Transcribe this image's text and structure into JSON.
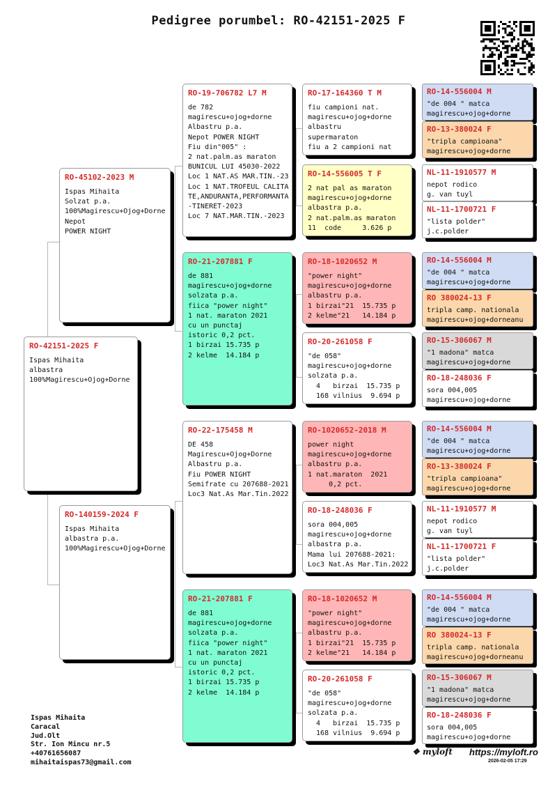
{
  "title": "Pedigree porumbel: RO-42151-2025 F",
  "colors": {
    "id_red": "#d42a2a",
    "blue": "#cfdcf4",
    "orange": "#fbd7ab",
    "green": "#7ffcd2",
    "red": "#ffb6b6",
    "yellow": "#ffffc6",
    "gray": "#d9d9d9"
  },
  "subject": {
    "id": "RO-42151-2025 F",
    "lines": [
      "Ispas Mihaita",
      "albastra",
      "100%Magirescu+Ojog+Dorne"
    ]
  },
  "sire": {
    "id": "RO-45102-2023 M",
    "lines": [
      "Ispas Mihaita",
      "Solzat p.a.",
      "100%Magirescu+Ojog+Dorne",
      "Nepot",
      "POWER NIGHT"
    ]
  },
  "dam": {
    "id": "RO-140159-2024 F",
    "lines": [
      "Ispas Mihaita",
      "albastra p.a.",
      "100%Magirescu+Ojog+Dorne"
    ]
  },
  "gen2": [
    {
      "id": "RO-19-706782 L7 M",
      "lines": [
        "de 782",
        "magirescu+ojog+dorne",
        "Albastru p.a.",
        "Nepot POWER NIGHT",
        "Fiu din\"005\" :",
        "2 nat.palm.as maraton",
        "BUNICUL LUI 45030-2022",
        "Loc 1 NAT.AS MAR.TIN.-23",
        "Loc 1 NAT.TROFEUL CALITA",
        "TE,ANDURANTA,PERFORMANTA",
        "-TINERET-2023",
        "Loc 7 NAT.MAR.TIN.-2023"
      ]
    },
    {
      "id": "RO-21-207881 F",
      "lines": [
        "de 881",
        "magirescu+ojog+dorne",
        "solzata p.a.",
        "fiica \"power night\"",
        "1 nat. maraton 2021",
        "cu un punctaj",
        "istoric 0,2 pct.",
        "1 birzai 15.735 p",
        "2 kelme  14.184 p"
      ]
    },
    {
      "id": "RO-22-175458 M",
      "lines": [
        "DE 458",
        "Magirescu+Ojog+Dorne",
        "Albastru p.a.",
        "Fiu POWER NIGHT",
        "Semifrate cu 207688-2021",
        "Loc3 Nat.As Mar.Tin.2022"
      ]
    },
    {
      "id": "RO-21-207881 F",
      "lines": [
        "de 881",
        "magirescu+ojog+dorne",
        "solzata p.a.",
        "fiica \"power night\"",
        "1 nat. maraton 2021",
        "cu un punctaj",
        "istoric 0,2 pct.",
        "1 birzai 15.735 p",
        "2 kelme  14.184 p"
      ]
    }
  ],
  "gen3": [
    {
      "id": "RO-17-164360 T M",
      "lines": [
        "fiu campioni nat.",
        "magirescu+ojog+dorne",
        "albastru",
        "supermaraton",
        "fiu a 2 campioni nat"
      ]
    },
    {
      "id": "RO-14-556005 T F",
      "lines": [
        "2 nat pal as maraton",
        "magirescu+ojog+dorne",
        "albastra p.a.",
        "2 nat.palm.as maraton",
        "11  code     3.626 p"
      ]
    },
    {
      "id": "RO-18-1020652 M",
      "lines": [
        "\"power night\"",
        "magirescu+ojog+dorne",
        "albastru p.a.",
        "1 birzai\"21  15.735 p",
        "2 kelme\"21   14.184 p"
      ]
    },
    {
      "id": "RO-20-261058 F",
      "lines": [
        "\"de 058\"",
        "magirescu+ojog+dorne",
        "solzata p.a.",
        "  4   birzai  15.735 p",
        "  168 vilnius  9.694 p"
      ]
    },
    {
      "id": "RO-1020652-2018 M",
      "lines": [
        "power night",
        "magirescu+ojog+dorne",
        "albastru p.a.",
        "1 nat.maraton  2021",
        "     0,2 pct."
      ]
    },
    {
      "id": "RO-18-248036 F",
      "lines": [
        "sora 004,005",
        "magirescu+ojog+dorne",
        "albastra p.a.",
        "Mama lui 207688-2021:",
        "Loc3 Nat.As Mar.Tin.2022"
      ]
    },
    {
      "id": "RO-18-1020652 M",
      "lines": [
        "\"power night\"",
        "magirescu+ojog+dorne",
        "albastru p.a.",
        "1 birzai\"21  15.735 p",
        "2 kelme\"21   14.184 p"
      ]
    },
    {
      "id": "RO-20-261058 F",
      "lines": [
        "\"de 058\"",
        "magirescu+ojog+dorne",
        "solzata p.a.",
        "  4   birzai  15.735 p",
        "  168 vilnius  9.694 p"
      ]
    }
  ],
  "gen4": [
    {
      "id": "RO-14-556004 M",
      "lines": [
        "\"de 004 \" matca",
        "magirescu+ojog+dorne"
      ]
    },
    {
      "id": "RO-13-380024 F",
      "lines": [
        "\"tripla campioana\"",
        "magirescu+ojog+dorne"
      ]
    },
    {
      "id": "NL-11-1910577 M",
      "lines": [
        "nepot rodico",
        "g. van tuyl"
      ]
    },
    {
      "id": "NL-11-1700721 F",
      "lines": [
        "\"lista polder\"",
        "j.c.polder"
      ]
    },
    {
      "id": "RO-14-556004 M",
      "lines": [
        "\"de 004 \" matca",
        "magirescu+ojog+dorne"
      ]
    },
    {
      "id": "RO 380024-13 F",
      "lines": [
        "tripla camp. nationala",
        "magirescu+ojog+dorneanu"
      ]
    },
    {
      "id": "RO-15-306067 M",
      "lines": [
        "\"1 madona\" matca",
        "magirescu+ojog+dorne"
      ]
    },
    {
      "id": "RO-18-248036 F",
      "lines": [
        "sora 004,005",
        "magirescu+ojog+dorne"
      ]
    },
    {
      "id": "RO-14-556004 M",
      "lines": [
        "\"de 004 \" matca",
        "magirescu+ojog+dorne"
      ]
    },
    {
      "id": "RO-13-380024 F",
      "lines": [
        "\"tripla campioana\"",
        "magirescu+ojog+dorne"
      ]
    },
    {
      "id": "NL-11-1910577 M",
      "lines": [
        "nepot rodico",
        "g. van tuyl"
      ]
    },
    {
      "id": "NL-11-1700721 F",
      "lines": [
        "\"lista polder\"",
        "j.c.polder"
      ]
    },
    {
      "id": "RO-14-556004 M",
      "lines": [
        "\"de 004 \" matca",
        "magirescu+ojog+dorne"
      ]
    },
    {
      "id": "RO 380024-13 F",
      "lines": [
        "tripla camp. nationala",
        "magirescu+ojog+dorneanu"
      ]
    },
    {
      "id": "RO-15-306067 M",
      "lines": [
        "\"1 madona\" matca",
        "magirescu+ojog+dorne"
      ]
    },
    {
      "id": "RO-18-248036 F",
      "lines": [
        "sora 004,005",
        "magirescu+ojog+dorne"
      ]
    }
  ],
  "owner": {
    "lines": [
      "Ispas Mihaita",
      "Caracal",
      "Jud.Olt",
      "Str. Ion Mincu nr.5",
      "+40761656087",
      "mihaitaispas73@gmail.com"
    ]
  },
  "footer": {
    "logo_text": "myloft",
    "url": "https://myloft.ro",
    "date": "2026-02-05 17:29"
  }
}
